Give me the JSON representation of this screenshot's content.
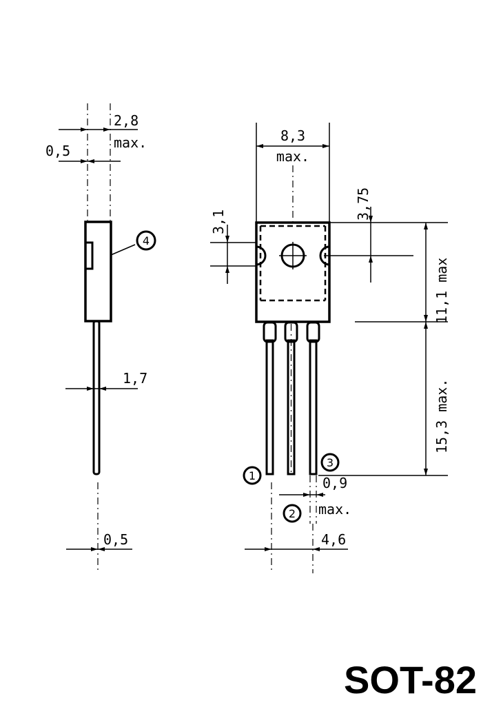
{
  "side_view": {
    "dim_thickness": "2,8",
    "dim_thickness_note": "max.",
    "dim_flange": "0,5",
    "callout_tab": "4",
    "dim_lead_width": "1,7",
    "dim_lead_thickness": "0,5"
  },
  "front_view": {
    "dim_width": "8,3",
    "dim_width_note": "max.",
    "dim_hole": "3,1",
    "dim_hole_offset": "3,75",
    "dim_body_height": "11,1 max",
    "dim_lead_length": "15,3 max.",
    "dim_pin_width": "0,9",
    "dim_pin_width_note": "max.",
    "dim_pitch": "4,6",
    "callout_pin1": "1",
    "callout_pin2": "2",
    "callout_pin3": "3"
  },
  "package_name": "SOT-82"
}
